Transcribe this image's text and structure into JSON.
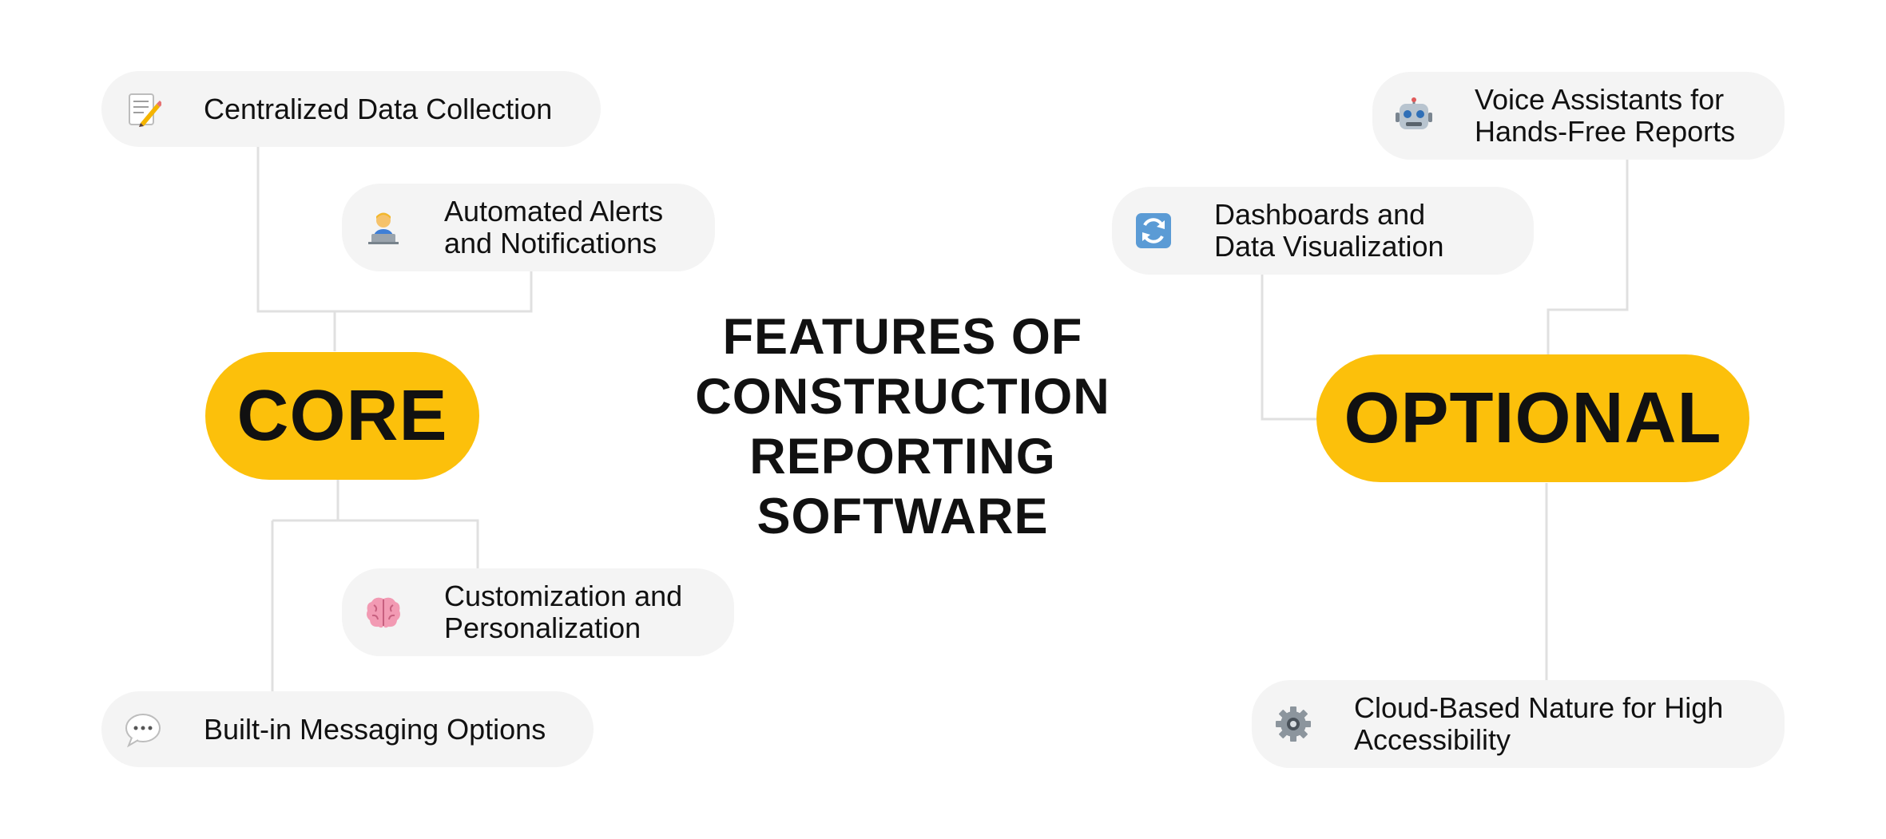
{
  "title": "FEATURES OF\nCONSTRUCTION\nREPORTING\nSOFTWARE",
  "core": {
    "label": "CORE",
    "items": [
      {
        "label": "Centralized Data Collection",
        "icon": "memo-icon"
      },
      {
        "label": "Automated Alerts\nand Notifications",
        "icon": "technologist-icon"
      },
      {
        "label": "Customization and\nPersonalization",
        "icon": "brain-icon"
      },
      {
        "label": "Built-in Messaging Options",
        "icon": "speech-bubble-icon"
      }
    ]
  },
  "optional": {
    "label": "OPTIONAL",
    "items": [
      {
        "label": "Voice Assistants for\nHands-Free Reports",
        "icon": "robot-icon"
      },
      {
        "label": "Dashboards and\nData Visualization",
        "icon": "refresh-arrows-icon"
      },
      {
        "label": "Cloud-Based Nature for High\nAccessibility",
        "icon": "gear-icon"
      }
    ]
  },
  "colors": {
    "hub": "#fcc00b",
    "pill": "#f4f4f4",
    "line": "#e0e0e0",
    "text": "#111111"
  }
}
